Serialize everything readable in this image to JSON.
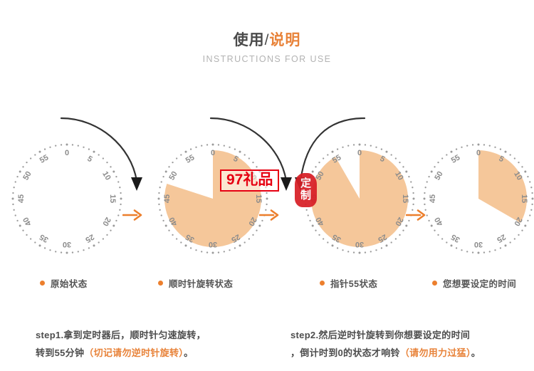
{
  "header": {
    "title_dark": "使用",
    "title_slash": "/",
    "title_orange": "说明",
    "subtitle": "INSTRUCTIONS FOR USE"
  },
  "colors": {
    "fill_orange": "#f5c79a",
    "accent_orange": "#ec7f2d",
    "header_orange": "#e8833a",
    "dial_tick": "#9a9a9a",
    "dial_number": "#8c8c8c",
    "arrow_dark": "#333333",
    "text_dark": "#4d4d4d",
    "watermark_red": "#e60012",
    "stamp_red": "#d81f26"
  },
  "dial_scale": {
    "numbers": [
      "0",
      "5",
      "10",
      "15",
      "20",
      "25",
      "30",
      "35",
      "40",
      "45",
      "50",
      "55"
    ],
    "minutes_per_revolution": 60,
    "tick_count": 60
  },
  "dials": [
    {
      "name": "dial-original",
      "set_minutes": 0,
      "filled": false
    },
    {
      "name": "dial-clockwise",
      "set_minutes": 48,
      "filled": true
    },
    {
      "name": "dial-55",
      "set_minutes": 55,
      "filled": true
    },
    {
      "name": "dial-target",
      "set_minutes": 20,
      "filled": true
    }
  ],
  "captions": [
    {
      "label": "原始状态"
    },
    {
      "label": "顺时针旋转状态"
    },
    {
      "label": "指针55状态"
    },
    {
      "label": "您想要设定的时间"
    }
  ],
  "steps": [
    {
      "line1_a": "step1.拿到定时器后，顺时针匀速旋转，",
      "line2_a": "转到55分钟",
      "line2_hl": "（切记请勿逆时针旋转）",
      "line2_b": "。"
    },
    {
      "line1_a": "step2.然后逆时针旋转到你想要设定的时间",
      "line2_a": "，倒计时到0的状态才响铃",
      "line2_hl": "（请勿用力过猛）",
      "line2_b": "。"
    }
  ],
  "watermarks": {
    "box_text": "97礼品",
    "stamp_line1": "定",
    "stamp_line2": "制"
  }
}
